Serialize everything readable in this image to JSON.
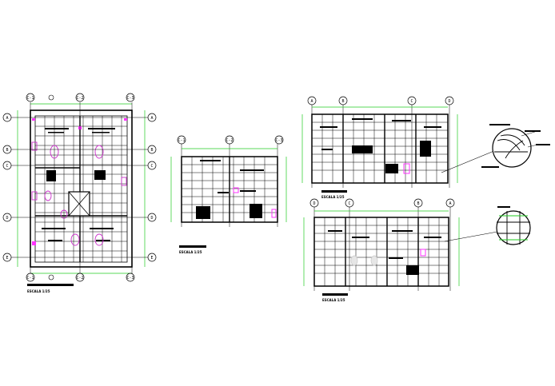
{
  "drawing": {
    "colors": {
      "paper": "#ffffff",
      "line": "#000000",
      "grid_bubble": "#000000",
      "fixture": "#cc33cc",
      "dimension": "#22cc22",
      "highlight": "#ff33ff"
    },
    "plan": {
      "top_grid": [
        "C-1",
        "C-2",
        "C-3"
      ],
      "left_grid": [
        "A",
        "B",
        "C",
        "D",
        "E"
      ],
      "right_grid": [
        "A",
        "B",
        "C",
        "D",
        "E"
      ],
      "bottom_grid": [
        "C-1",
        "C-2",
        "C-3"
      ],
      "scale": "ESCALA 1/25"
    },
    "section_1": {
      "top_grid": [
        "C-1",
        "C-2",
        "C-3"
      ],
      "scale": "ESCALA 1/25"
    },
    "section_2": {
      "top_grid": [
        "A",
        "B",
        "C",
        "D"
      ],
      "scale": "ESCALA 1/25"
    },
    "section_3": {
      "top_grid": [
        "D",
        "C",
        "B",
        "A"
      ],
      "scale": "ESCALA 1/25"
    }
  }
}
